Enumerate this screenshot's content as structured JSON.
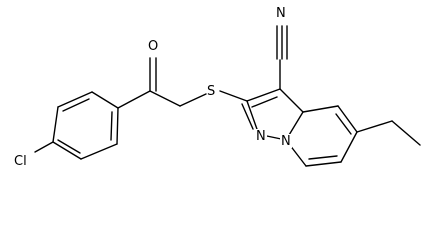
{
  "molecule": {
    "atoms": {
      "oxygen": "O",
      "sulfur": "S",
      "chlorine": "Cl",
      "nitrile_nitrogen": "N",
      "ring_nitrogen_1": "N",
      "ring_nitrogen_2": "N"
    }
  }
}
